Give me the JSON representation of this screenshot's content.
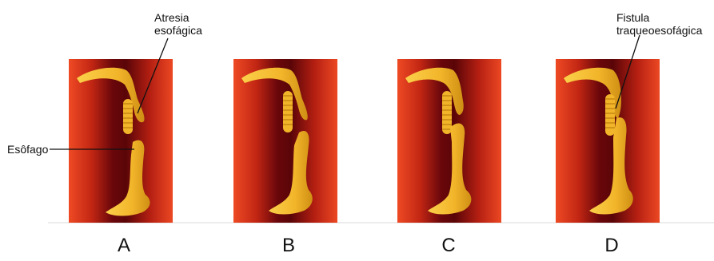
{
  "colors": {
    "outer": "#e8431f",
    "inner": "#5a0508",
    "organ": "#f5c032",
    "organ_shadow": "#c68a12",
    "leader": "#111111"
  },
  "labels": {
    "atresia": "Atresia\nesofágica",
    "fistula": "Fistula\ntraqueoesofágica",
    "esofago": "Esôfago"
  },
  "panels": [
    {
      "letter": "A"
    },
    {
      "letter": "B"
    },
    {
      "letter": "C"
    },
    {
      "letter": "D"
    }
  ]
}
